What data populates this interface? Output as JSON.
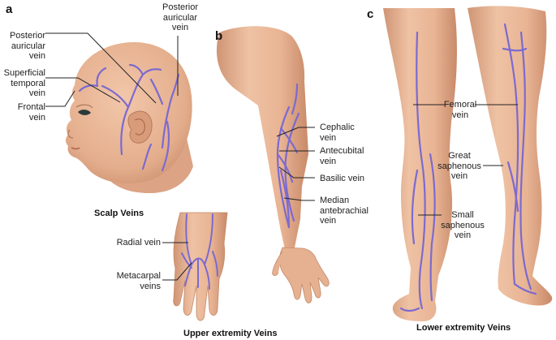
{
  "panels": {
    "a": {
      "letter": "a",
      "caption": "Scalp Veins",
      "labels": {
        "posterior_auricular_top": "Posterior\nauricular\nvein",
        "posterior_auricular_left": "Posterior\nauricular\nvein",
        "superficial_temporal": "Superficial\ntemporal\nvein",
        "frontal": "Frontal\nvein"
      }
    },
    "b": {
      "letter": "b",
      "caption": "Upper extremity Veins",
      "labels": {
        "cephalic": "Cephalic\nvein",
        "antecubital": "Antecubital\nvein",
        "basilic": "Basilic vein",
        "median_antebrachial": "Median\nantebrachial\nvein",
        "radial": "Radial vein",
        "metacarpal": "Metacarpal\nveins"
      }
    },
    "c": {
      "letter": "c",
      "caption": "Lower extremity Veins",
      "labels": {
        "femoral": "Femoral\nvein",
        "great_saphenous": "Great\nsaphenous\nvein",
        "small_saphenous": "Small\nsaphenous\nvein"
      }
    }
  },
  "colors": {
    "skin": "#e7b393",
    "skin_shade": "#c98d6c",
    "vein": "#7c6ad0",
    "leader": "#222222"
  }
}
